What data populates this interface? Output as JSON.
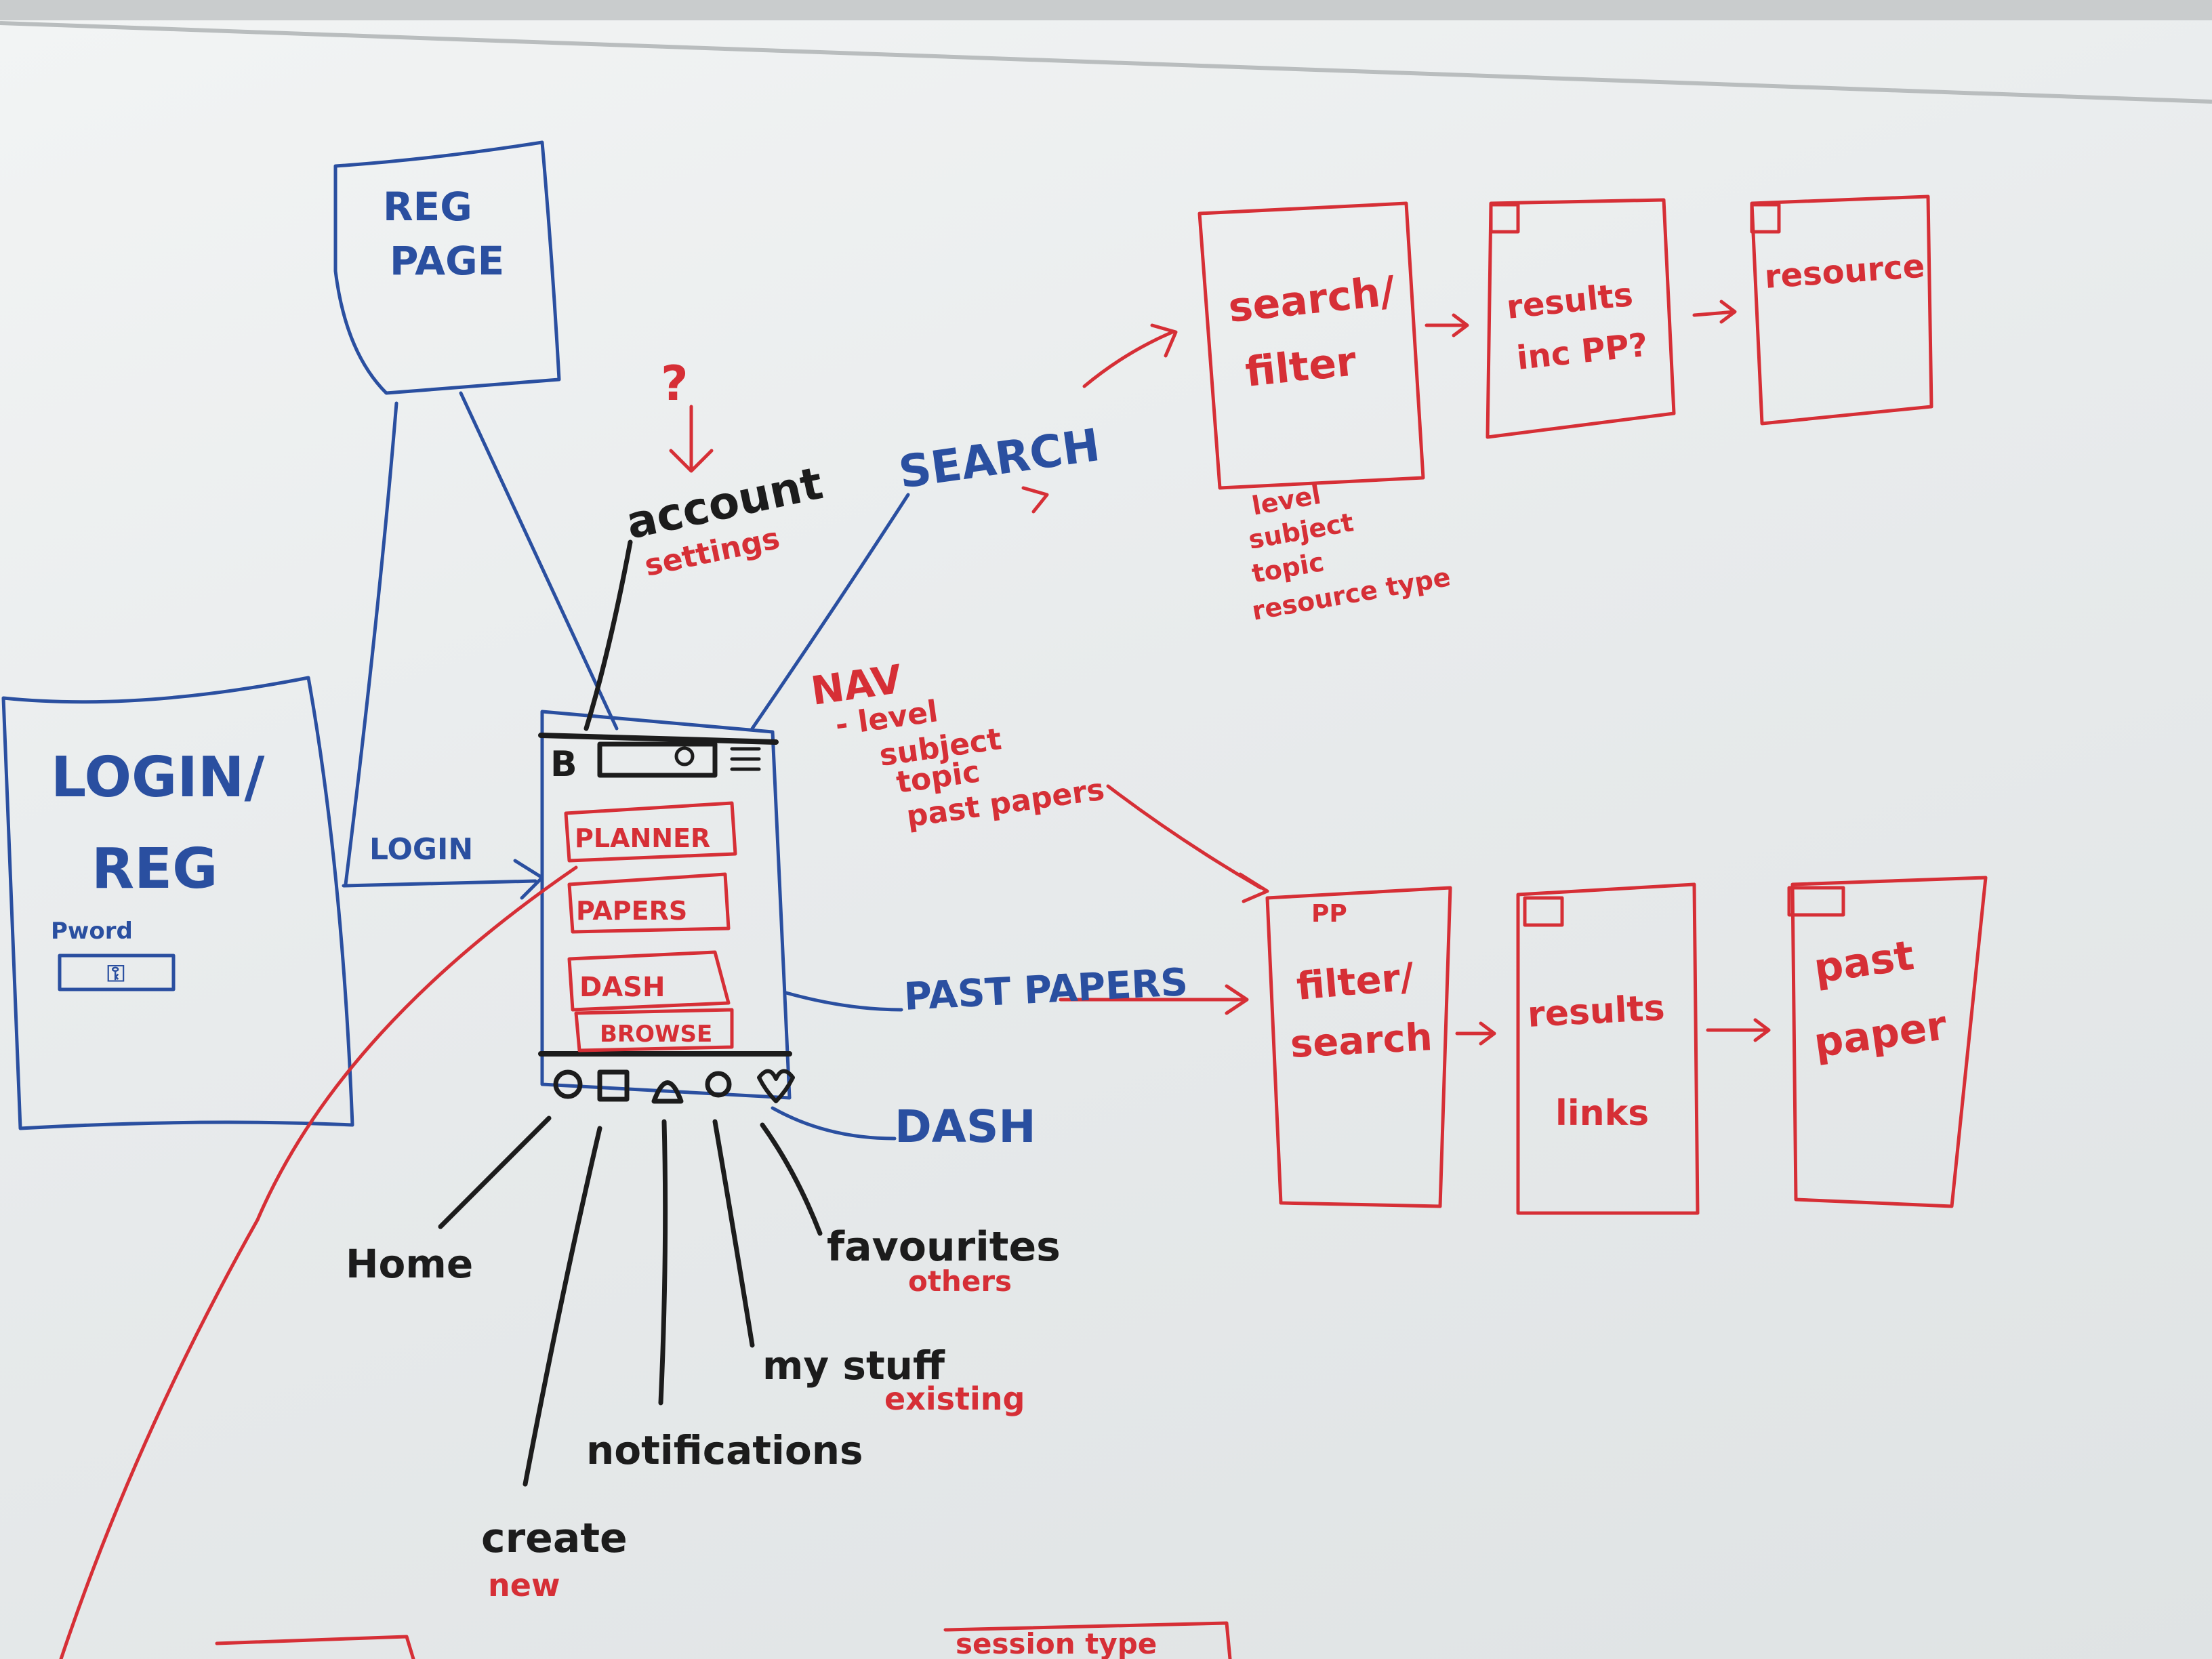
{
  "colors": {
    "blue": "#2a4fa0",
    "red": "#d62f36",
    "black": "#1c1c1c",
    "board": "#eceeef"
  },
  "reg_page": {
    "line1": "REG",
    "line2": "PAGE"
  },
  "login_box": {
    "line1": "LOGIN/",
    "line2": "REG",
    "pword": "Pword",
    "field_icon": "key-icon"
  },
  "login_link": "LOGIN",
  "question_mark": "?",
  "account": {
    "label": "account",
    "sub": "settings"
  },
  "search": {
    "label": "SEARCH"
  },
  "nav": {
    "label": "NAV",
    "items": [
      "- level",
      "subject",
      "topic",
      "past papers"
    ]
  },
  "phone": {
    "top_icons": [
      "B",
      "search-field",
      "menu-icon"
    ],
    "buttons": [
      "PLANNER",
      "PAPERS",
      "DASH",
      "BROWSE"
    ],
    "bottom_icons": [
      "home-icon",
      "create-icon",
      "notification-icon",
      "user-icon",
      "heart-icon"
    ]
  },
  "past_papers_label": "PAST PAPERS",
  "dash_label": "DASH",
  "bottom_labels": {
    "home": "Home",
    "create": "create",
    "create_sub": "new",
    "notifications": "notifications",
    "mystuff": "my stuff",
    "mystuff_sub": "existing",
    "favourites": "favourites",
    "favourites_sub": "others"
  },
  "search_flow": {
    "box1": {
      "line1": "search/",
      "line2": "filter"
    },
    "box2": {
      "line1": "results",
      "line2": "inc PP?"
    },
    "box3": {
      "line1": "resource"
    },
    "filters": [
      "level",
      "subject",
      "topic",
      "resource type"
    ]
  },
  "pp_flow": {
    "box1": {
      "tag": "PP",
      "line1": "filter/",
      "line2": "search"
    },
    "box2": {
      "line1": "results",
      "line2": "links"
    },
    "box3": {
      "line1": "past",
      "line2": "paper"
    }
  },
  "bottom_partial": "session type"
}
